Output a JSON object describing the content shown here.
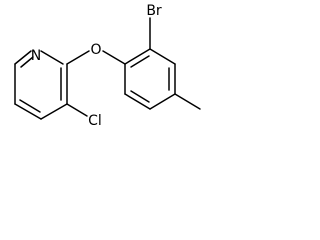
{
  "molecule": {
    "atoms": {
      "nitrogen": "N",
      "oxygen": "O",
      "bromine": "Br",
      "chlorine": "Cl"
    },
    "colors": {
      "bond": "#000000",
      "label": "#000000",
      "background": "#ffffff"
    }
  }
}
